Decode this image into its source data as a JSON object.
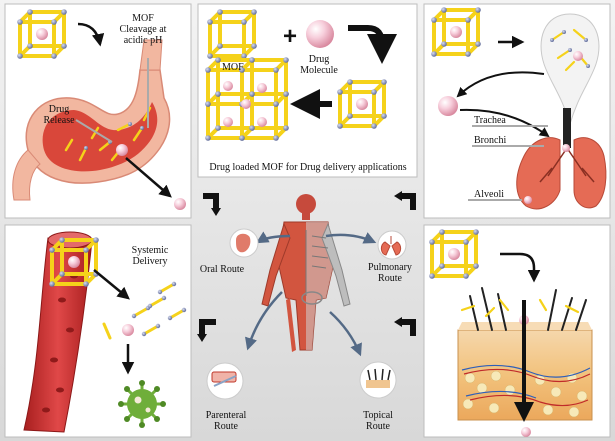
{
  "labels": {
    "mof_cleavage": [
      "MOF",
      "Cleavage at",
      "acidic pH"
    ],
    "drug_release": [
      "Drug",
      "Release"
    ],
    "mof": "MOF",
    "drug_molecule": [
      "Drug",
      "Molecule"
    ],
    "center_title": "Drug loaded MOF for Drug delivery applications",
    "trachea": "Trachea",
    "bronchi": "Bronchi",
    "alveoli": "Alveoli",
    "systemic_delivery": [
      "Systemic",
      "Delivery"
    ],
    "oral_route": "Oral Route",
    "pulmonary_route": [
      "Pulmonary",
      "Route"
    ],
    "parenteral_route": [
      "Parenteral",
      "Route"
    ],
    "topical_route": [
      "Topical",
      "Route"
    ]
  },
  "colors": {
    "mof_strut": "#f5d21a",
    "mof_node": "#7a86b3",
    "drug_sphere": "#f4c3d3",
    "stomach": "#d9473a",
    "blood_vessel": "#c92e2e",
    "lung": "#e56b55",
    "virus": "#6fae3a",
    "skin": "#f0c590",
    "arrow": "#111111",
    "route_arrow": "#546a86",
    "panel_bg": "#ececec"
  }
}
